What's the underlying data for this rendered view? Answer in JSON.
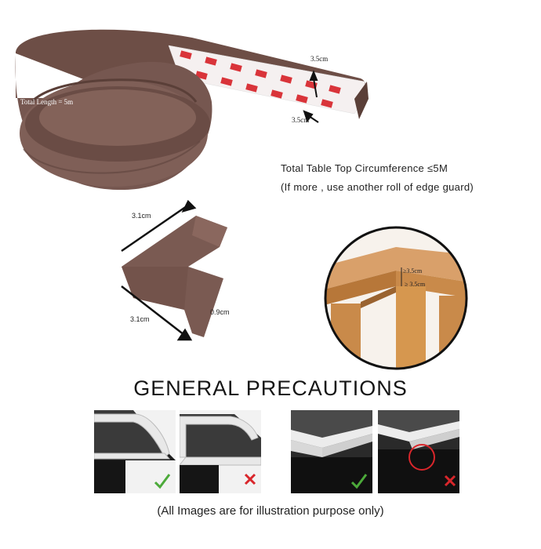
{
  "roll": {
    "total_length": "Total Length = 5m",
    "height_label_top": "3.5cm",
    "height_label_bottom": "3.5cm"
  },
  "circumference": {
    "line1": "Total Table Top Circumference  ≤5M",
    "line2": "(If more , use another roll of edge guard)"
  },
  "corner": {
    "top_label": "3.1cm",
    "bottom_label": "3.1cm",
    "thickness_label": "0.9cm"
  },
  "table_zoom": {
    "label_top": "≥3.5cm",
    "label_bottom": "≥ 3.5cm"
  },
  "precautions": {
    "title": "GENERAL PRECAUTIONS",
    "footer": "(All Images are for illustration purpose only)",
    "panels": [
      {
        "theme": "light",
        "result": "correct",
        "icon": "check-icon"
      },
      {
        "theme": "light",
        "result": "incorrect",
        "icon": "cross-icon"
      },
      {
        "theme": "dark",
        "result": "correct",
        "icon": "check-icon"
      },
      {
        "theme": "dark",
        "result": "incorrect",
        "icon": "cross-icon"
      }
    ]
  },
  "colors": {
    "guard_brown": "#7a5a52",
    "guard_dark": "#5e433c",
    "tape_red": "#d9343a",
    "check_green": "#4caa3a",
    "cross_red": "#d9262b",
    "wood": "#c98a4a"
  }
}
